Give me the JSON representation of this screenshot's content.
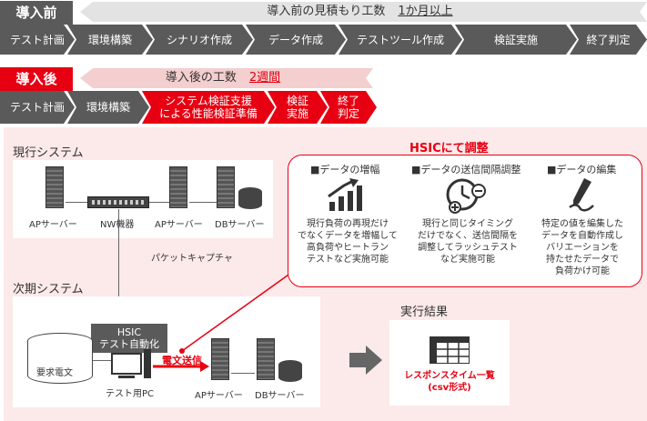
{
  "before": {
    "label": "導入前",
    "banner_text": "導入前の見積もり工数",
    "banner_value": "1か月以上",
    "steps": [
      "テスト計画",
      "環境構築",
      "シナリオ作成",
      "データ作成",
      "テストツール作成",
      "検証実施",
      "終了判定"
    ]
  },
  "after": {
    "label": "導入後",
    "banner_text": "導入後の工数",
    "banner_value": "2週間",
    "steps": [
      "テスト計画",
      "環境構築",
      "システム検証支援\nによる性能検証準備",
      "検証\n実施",
      "終了\n判定"
    ]
  },
  "current_system": {
    "title": "現行システム",
    "ap_server_1": "APサーバー",
    "nw": "NW機器",
    "ap_server_2": "APサーバー",
    "db_server": "DBサーバー",
    "capture": "パケットキャプチャ"
  },
  "next_system": {
    "title": "次期システム",
    "hsic_tag": "HSIC\nテスト自動化",
    "request": "要求電文",
    "test_pc": "テスト用PC",
    "send": "電文送信",
    "ap_server": "APサーバー",
    "db_server": "DBサーバー"
  },
  "hsic": {
    "title": "HSICにて調整",
    "columns": [
      {
        "head": "■データの増幅",
        "icon": "growth-chart-icon",
        "text": "現行負荷の再現だけ\nでなくデータを増幅して\n高負荷やヒートラン\nテストなど実施可能"
      },
      {
        "head": "■データの送信間隔調整",
        "icon": "clock-adjust-icon",
        "text": "現行と同じタイミング\nだけでなく、送信間隔を\n調整してラッシュテスト\nなど実施可能"
      },
      {
        "head": "■データの編集",
        "icon": "edit-pen-icon",
        "text": "特定の値を編集した\nデータを自動作成し\nバリエーションを\n持たせたデータで\n負荷かけ可能"
      }
    ]
  },
  "result": {
    "title": "実行結果",
    "text": "レスポンスタイム一覧\n(csv形式)"
  },
  "colors": {
    "red": "#e60012",
    "gray": "#5a5a5a",
    "pink": "#fce9e9"
  }
}
